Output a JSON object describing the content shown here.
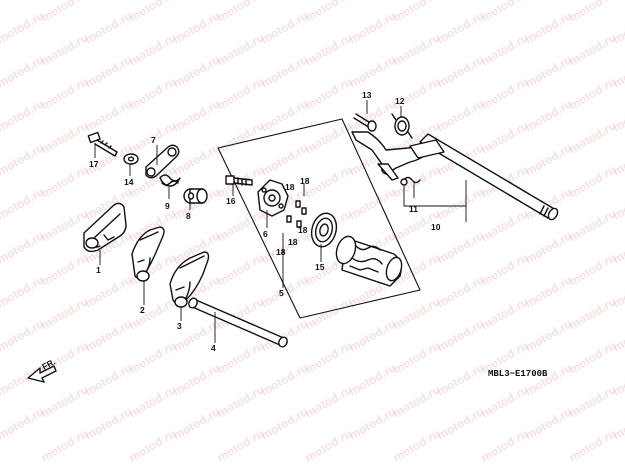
{
  "watermark": "motod.ru",
  "diagram_code": "MBL3−E1700B",
  "direction_label": "FR.",
  "callouts": {
    "n1": "1",
    "n2": "2",
    "n3": "3",
    "n4": "4",
    "n5": "5",
    "n6": "6",
    "n7": "7",
    "n8": "8",
    "n9": "9",
    "n10": "10",
    "n11": "11",
    "n12": "12",
    "n13": "13",
    "n14": "14",
    "n15": "15",
    "n16": "16",
    "n17": "17",
    "n18a": "18",
    "n18b": "18",
    "n18c": "18",
    "n18d": "18",
    "n18e": "18"
  }
}
